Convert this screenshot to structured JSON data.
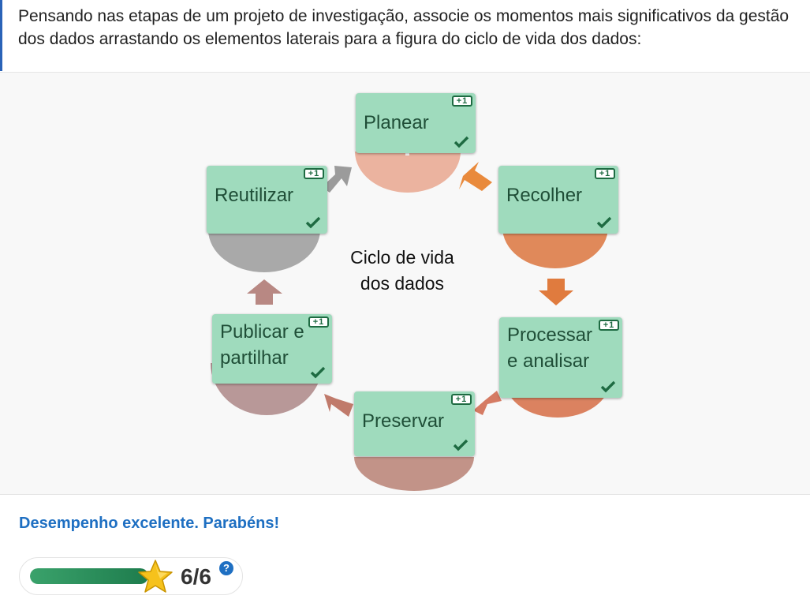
{
  "question": {
    "text": "Pensando nas etapas de um projeto de investigação, associe os momentos mais significativos da gestão dos dados arrastando os elementos laterais para a figura do ciclo de vida dos dados:"
  },
  "diagram": {
    "center_label": "Ciclo de vida dos dados",
    "dropzones": [
      {
        "label": "Planear",
        "score": "+1",
        "correct": true
      },
      {
        "label": "Recolher",
        "score": "+1",
        "correct": true
      },
      {
        "label": "Processar e analisar",
        "score": "+1",
        "correct": true
      },
      {
        "label": "Preservar",
        "score": "+1",
        "correct": true
      },
      {
        "label": "Publicar e partilhar",
        "score": "+1",
        "correct": true
      },
      {
        "label": "Reutilizar",
        "score": "+1",
        "correct": true
      }
    ]
  },
  "feedback": {
    "text": "Desempenho excelente. Parabéns!"
  },
  "score": {
    "value": 6,
    "max": 6,
    "display": "6/6",
    "progress_fraction": 1.0
  },
  "colors": {
    "dropzone": "#9fdbbd",
    "dropzone_text": "#1f4e37",
    "feedback": "#1e6fc2",
    "progress": "#2e8b57",
    "star": "#f6c21c"
  },
  "icons": {
    "correct": "checkmark-icon",
    "star": "star-icon",
    "help": "question-mark-icon"
  }
}
